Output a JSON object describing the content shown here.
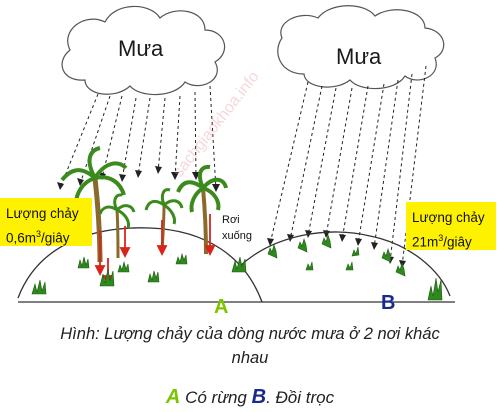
{
  "clouds": {
    "left_label": "Mưa",
    "right_label": "Mưa"
  },
  "flow_left": {
    "line1": "Lượng chảy",
    "value": "0,6m",
    "exp": "3",
    "unit": "/giây"
  },
  "flow_right": {
    "line1": "Lượng chảy",
    "value": "21m",
    "exp": "3",
    "unit": "/giây"
  },
  "fall_label": {
    "line1": "Rơi",
    "line2": "xuống"
  },
  "hills": {
    "a": "A",
    "b": "B"
  },
  "caption": {
    "line1": "Hình: Lượng chảy của dòng nước mưa ở 2 nơi khác",
    "line2": "nhau"
  },
  "legend": {
    "a_letter": "A",
    "a_text": " Có rừng ",
    "b_letter": "B",
    "b_text": ". Đồi trọc"
  },
  "watermark": "sachgiaokhoa.info",
  "colors": {
    "box": "#fff200",
    "a": "#7dc400",
    "b": "#1a2a8c",
    "arrow_red": "#d9241c",
    "grass": "#2f8a1e"
  }
}
